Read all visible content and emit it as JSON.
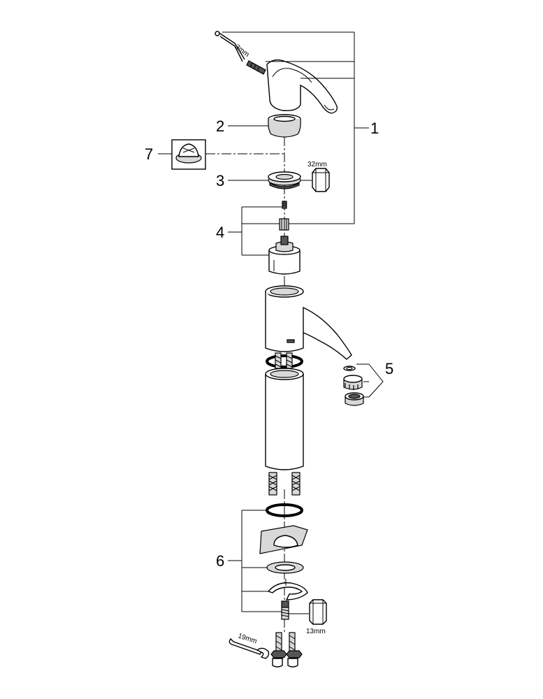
{
  "callouts": {
    "c1": "1",
    "c2": "2",
    "c3": "3",
    "c4": "4",
    "c5": "5",
    "c6": "6",
    "c7": "7"
  },
  "tool_labels": {
    "hex_key": "3mm",
    "top_socket": "32mm",
    "bottom_socket": "13mm",
    "spanner": "19mm"
  }
}
